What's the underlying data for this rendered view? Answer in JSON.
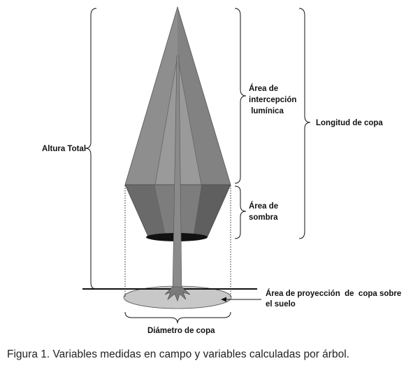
{
  "labels": {
    "altura_total": "Altura Total",
    "area_intercepcion": [
      "Área de",
      "intercepción",
      " lumínica"
    ],
    "longitud_copa": "Longitud de copa",
    "area_sombra": [
      "Área de",
      "sombra"
    ],
    "area_proyeccion": [
      "Área de proyección  de  copa sobre",
      "el suelo"
    ],
    "diametro_copa": "Diámetro de copa"
  },
  "caption": "Figura 1. Variables medidas en campo y variables calculadas por árbol.",
  "colors": {
    "crown_upper": "#8c8c8c",
    "crown_upper_dark": "#7a7a7a",
    "crown_lower": "#6f6f6f",
    "crown_lower_dark": "#5e5e5e",
    "trunk": "#8a8a8a",
    "shadow_disc": "#111111",
    "ground_ellipse": "#c8c8c8",
    "line": "#111111"
  }
}
